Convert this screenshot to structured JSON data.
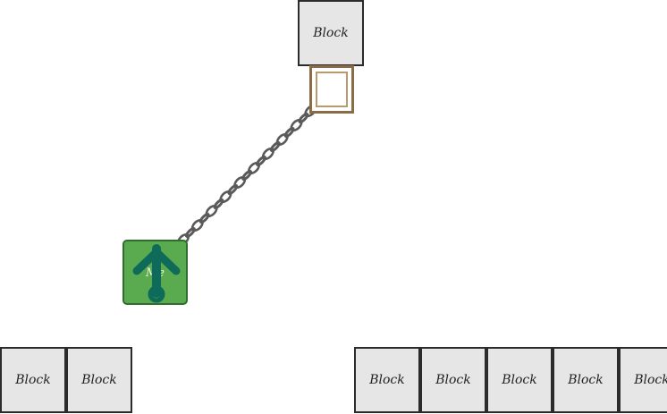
{
  "blocks": {
    "anchor": "Block",
    "ground_left": [
      "Block",
      "Block"
    ],
    "ground_right": [
      "Block",
      "Block",
      "Block",
      "Block",
      "Block"
    ]
  },
  "player": {
    "label": "Me",
    "icon": "anchor-icon",
    "fill_color": "#5aaa4f",
    "icon_color": "#0e6b59"
  },
  "chain": {
    "icon": "chain-icon",
    "color": "#5a5a5a"
  },
  "bracket": {
    "icon": "hook-bracket-icon",
    "color": "#8a6d47"
  }
}
